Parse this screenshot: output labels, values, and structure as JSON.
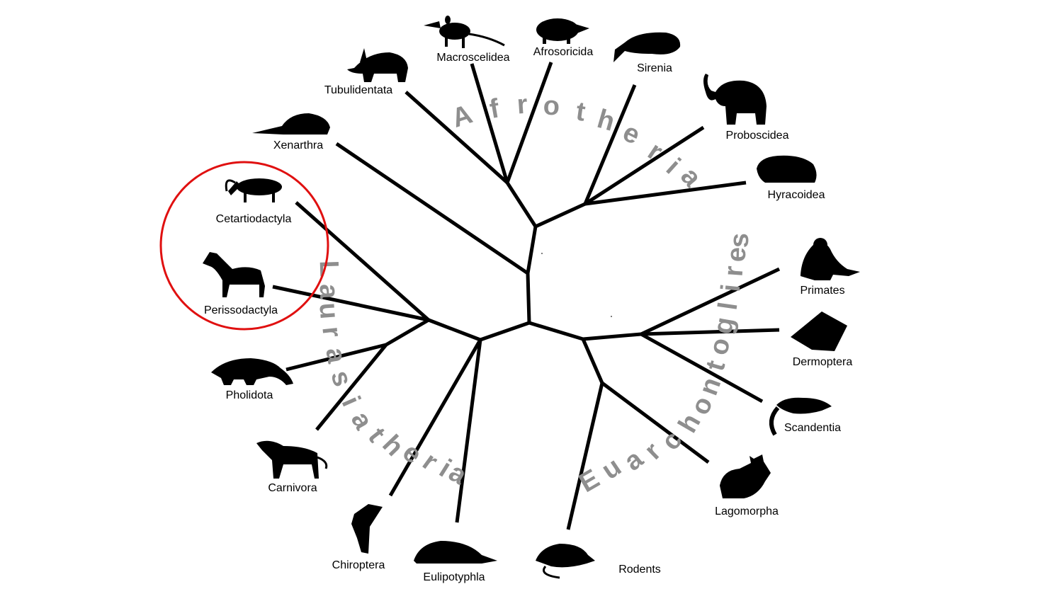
{
  "diagram": {
    "taxa": [
      {
        "id": "macroscelidea",
        "label": "Macroscelidea",
        "icon": "elephant-shrew-icon"
      },
      {
        "id": "afrosoricida",
        "label": "Afrosoricida",
        "icon": "tenrec-icon"
      },
      {
        "id": "sirenia",
        "label": "Sirenia",
        "icon": "manatee-icon"
      },
      {
        "id": "proboscidea",
        "label": "Proboscidea",
        "icon": "elephant-icon"
      },
      {
        "id": "hyracoidea",
        "label": "Hyracoidea",
        "icon": "hyrax-icon"
      },
      {
        "id": "tubulidentata",
        "label": "Tubulidentata",
        "icon": "aardvark-icon"
      },
      {
        "id": "xenarthra",
        "label": "Xenarthra",
        "icon": "armadillo-icon"
      },
      {
        "id": "cetartiodactyla",
        "label": "Cetartiodactyla",
        "icon": "ibex-icon"
      },
      {
        "id": "perissodactyla",
        "label": "Perissodactyla",
        "icon": "horse-icon"
      },
      {
        "id": "pholidota",
        "label": "Pholidota",
        "icon": "pangolin-icon"
      },
      {
        "id": "carnivora",
        "label": "Carnivora",
        "icon": "cat-icon"
      },
      {
        "id": "chiroptera",
        "label": "Chiroptera",
        "icon": "bat-icon"
      },
      {
        "id": "eulipotyphla",
        "label": "Eulipotyphla",
        "icon": "shrew-icon"
      },
      {
        "id": "rodents",
        "label": "Rodents",
        "icon": "rat-icon"
      },
      {
        "id": "lagomorpha",
        "label": "Lagomorpha",
        "icon": "rabbit-icon"
      },
      {
        "id": "scandentia",
        "label": "Scandentia",
        "icon": "treeshrew-icon"
      },
      {
        "id": "dermoptera",
        "label": "Dermoptera",
        "icon": "colugo-icon"
      },
      {
        "id": "primates",
        "label": "Primates",
        "icon": "primate-icon"
      }
    ],
    "clades": {
      "afrotheria": "Afrotheria",
      "laurasiatheria": "Laurasiatheria",
      "euarchontoglires": "Euarchontoglires"
    },
    "colors": {
      "branch": "#000000",
      "clade_label": "#8e8e8e",
      "highlight": "#e01010",
      "background": "#ffffff"
    },
    "highlight": {
      "shape": "circle",
      "encloses": [
        "Cetartiodactyla",
        "Perissodactyla"
      ]
    }
  }
}
